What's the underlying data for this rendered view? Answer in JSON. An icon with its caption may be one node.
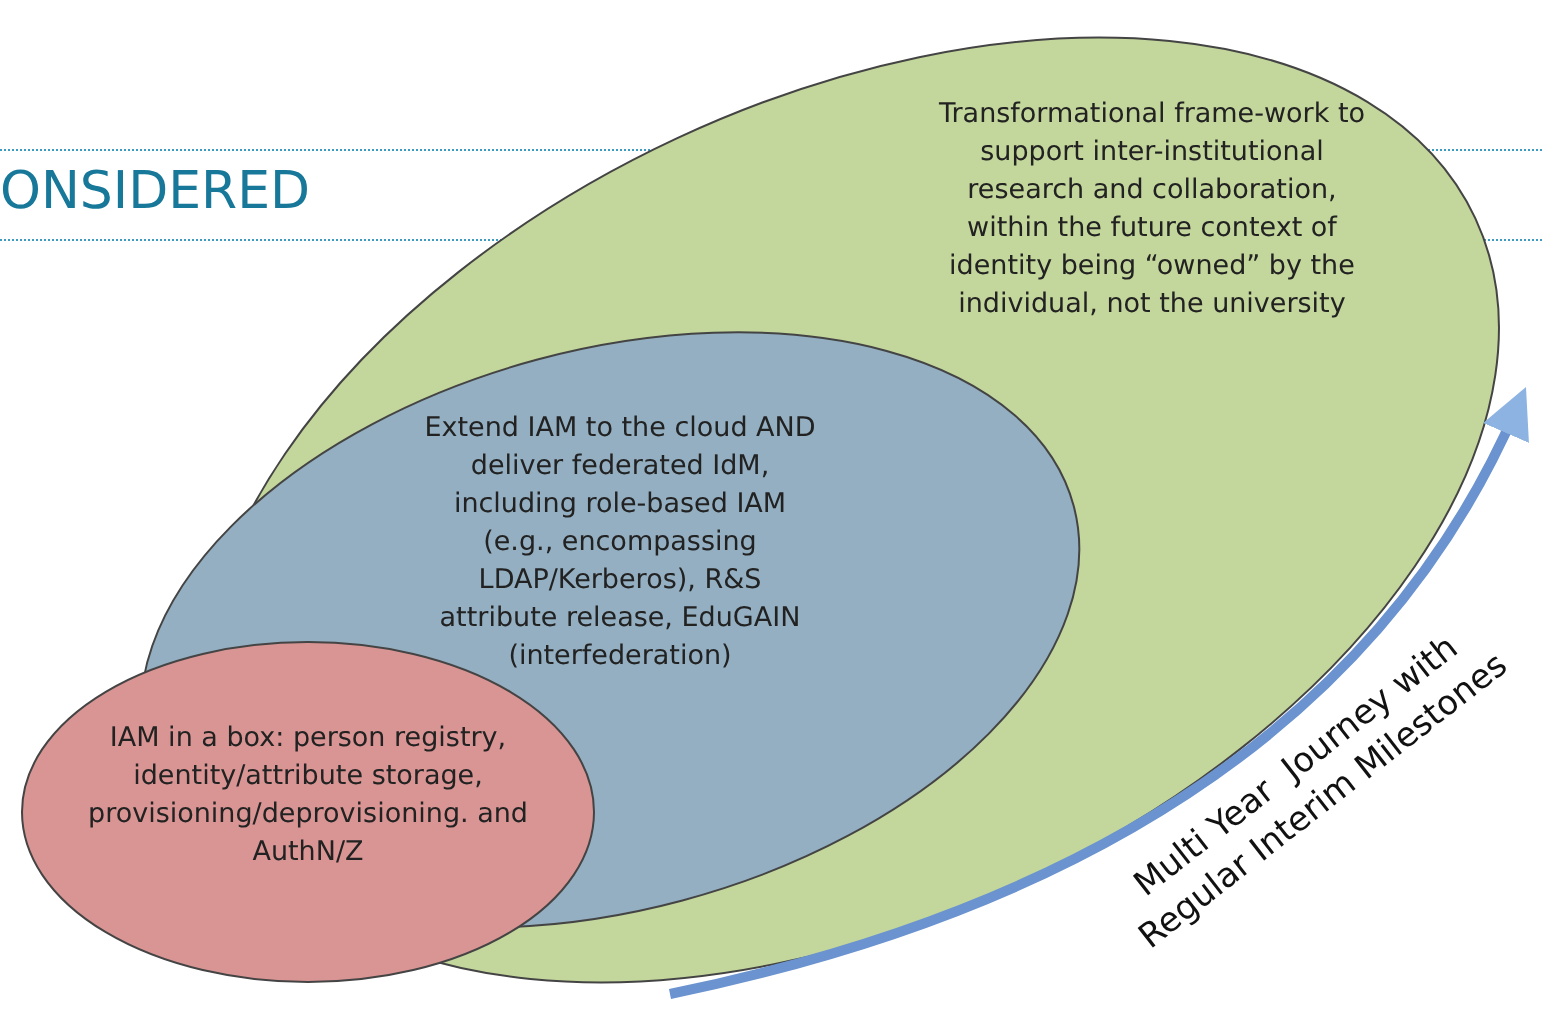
{
  "diagram": {
    "title": "ONSIDERED",
    "nodes": [
      {
        "text": [
          "Transformational frame-work to support inter-institutional research and collaboration, within the future context of identity being “owned” by the individual, not the university"
        ]
      },
      {
        "text": [
          "Extend IAM to the cloud AND deliver federated IdM, including role-based IAM (e.g., encompassing LDAP/Kerberos), R&S attribute release, EduGAIN (interfederation)"
        ],
        "in": 0
      },
      {
        "text": [
          "IAM in a box: person registry, identity/attribute storage, provisioning/deprovisioning. and AuthN/Z"
        ]
      }
    ],
    "edges": [],
    "labels": [
      "Multi Year  Journey with Regular Interim Milestones"
    ]
  }
}
